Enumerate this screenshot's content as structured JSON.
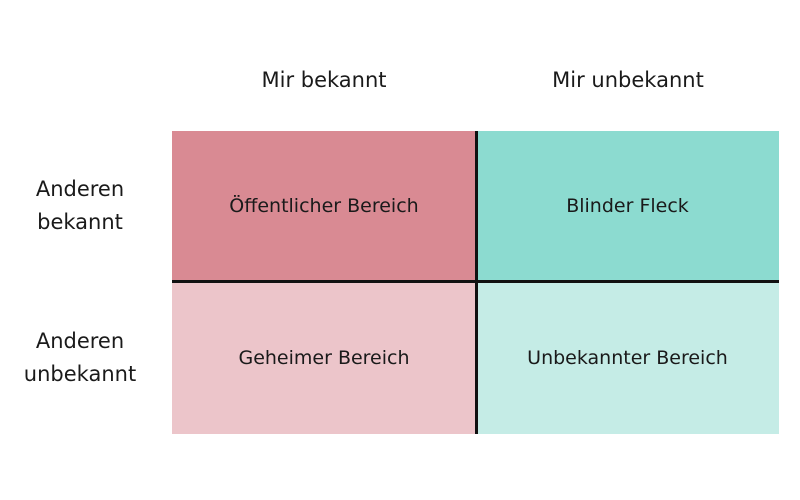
{
  "columns": {
    "known_to_self": "Mir bekannt",
    "unknown_to_self": "Mir unbekannt"
  },
  "rows": {
    "known_to_others": "Anderen\nbekannt",
    "unknown_to_others": "Anderen\nunbekannt"
  },
  "quadrants": {
    "open": {
      "label": "Öffentlicher Bereich",
      "color": "#d98a93"
    },
    "blind": {
      "label": "Blinder Fleck",
      "color": "#8cdbd0"
    },
    "hidden": {
      "label": "Geheimer Bereich",
      "color": "#ecc5ca"
    },
    "unknown": {
      "label": "Unbekannter Bereich",
      "color": "#c5ece6"
    }
  }
}
